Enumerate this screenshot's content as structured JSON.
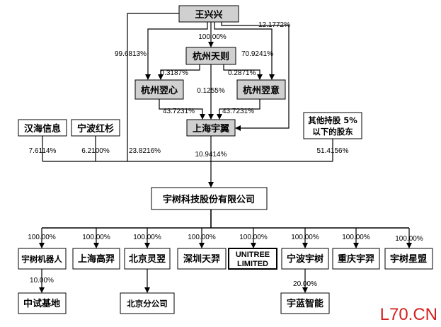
{
  "nodes": {
    "wangxingxing": "王兴兴",
    "hz_tianze": "杭州天则",
    "hz_yixin": "杭州翌心",
    "hz_yiyi": "杭州翌意",
    "sh_yuji": "上海宇翼",
    "hanhai": "汉海信息",
    "nb_hongshan": "宁波红杉",
    "others_line1": "其他持股 5%",
    "others_line2": "以下的股东",
    "yushu": "宇树科技股份有限公司",
    "robot": "宇树机器人",
    "sh_gaoyi": "上海高羿",
    "bj_lingyi": "北京灵翌",
    "sz_tianyi": "深圳天羿",
    "unitree_line1": "UNITREE",
    "unitree_line2": "LIMITED",
    "nb_yushu": "宁波宇树",
    "cq_yuyi": "重庆宇羿",
    "xingmeng": "宇树星盟",
    "zhongshi": "中试基地",
    "bj_branch": "北京分公司",
    "yulan": "宇蓝智能"
  },
  "percents": {
    "ww_tianze": "100.00%",
    "ww_yixin": "99.6813%",
    "ww_yiyi": "70.9241%",
    "ww_yushu": "23.8216%",
    "ww_yuji": "12.1772%",
    "tz_yixin": "0.3187%",
    "tz_yiyi": "0.2871%",
    "tz_yuji": "0.1255%",
    "yixin_yuji": "43.7231%",
    "yiyi_yuji": "43.7231%",
    "hanhai": "7.6114%",
    "hongshan": "6.2100%",
    "yuji": "10.9414%",
    "others": "51.4156%",
    "sub_robot": "100.00%",
    "sub_gaoyi": "100.00%",
    "sub_lingyi": "100.00%",
    "sub_tianyi": "100.00%",
    "sub_unitree": "100.00%",
    "sub_nbyushu": "100.00%",
    "sub_yuyi": "100.00%",
    "sub_xingmeng": "100.00%",
    "robot_zhongshi": "10.00%",
    "nbyushu_yulan": "20.00%"
  },
  "watermark": "L70.CN"
}
